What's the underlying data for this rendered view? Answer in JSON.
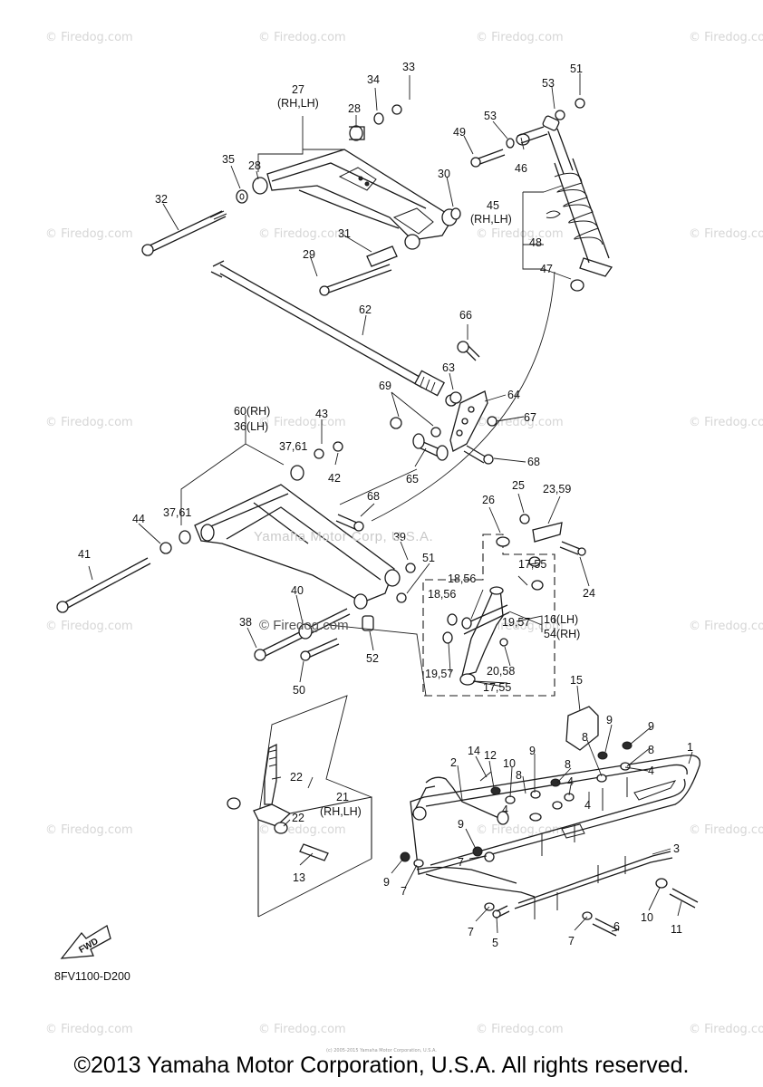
{
  "diagram_code": "8FV1100-D200",
  "copyright": "©2013 Yamaha Motor Corporation, U.S.A. All rights reserved.",
  "tiny_copyright": "(c) 2005-2015 Yamaha Motor Corporation, U.S.A.",
  "watermark": "© Firedog.com",
  "center_watermark": "Yamaha Motor Corp, U.S.A.",
  "fwd_label": "FWD",
  "callouts": {
    "c1": "1",
    "c2": "2",
    "c3": "3",
    "c4": "4",
    "c5": "5",
    "c6": "6",
    "c7": "7",
    "c8": "8",
    "c9": "9",
    "c10": "10",
    "c11": "11",
    "c12": "12",
    "c13": "13",
    "c14": "14",
    "c15": "15",
    "c16_54": "16(LH)",
    "c54": "54(RH)",
    "c17_55a": "17,55",
    "c17_55b": "17,55",
    "c18_56a": "18,56",
    "c18_56b": "18,56",
    "c19_57a": "19,57",
    "c19_57b": "19,57",
    "c20_58": "20,58",
    "c21": "21",
    "c21b": "(RH,LH)",
    "c22": "22",
    "c23_59": "23,59",
    "c24": "24",
    "c25": "25",
    "c26": "26",
    "c27": "27",
    "c27b": "(RH,LH)",
    "c28": "28",
    "c29": "29",
    "c30": "30",
    "c31": "31",
    "c32": "32",
    "c33": "33",
    "c34": "34",
    "c35": "35",
    "c36": "36(LH)",
    "c37_61": "37,61",
    "c38": "38",
    "c39": "39",
    "c40": "40",
    "c41": "41",
    "c42": "42",
    "c43": "43",
    "c44": "44",
    "c45": "45",
    "c45b": "(RH,LH)",
    "c46": "46",
    "c47": "47",
    "c48": "48",
    "c49": "49",
    "c50": "50",
    "c51": "51",
    "c52": "52",
    "c53": "53",
    "c60": "60(RH)",
    "c62": "62",
    "c63": "63",
    "c64": "64",
    "c65": "65",
    "c66": "66",
    "c67": "67",
    "c68": "68",
    "c69": "69"
  }
}
